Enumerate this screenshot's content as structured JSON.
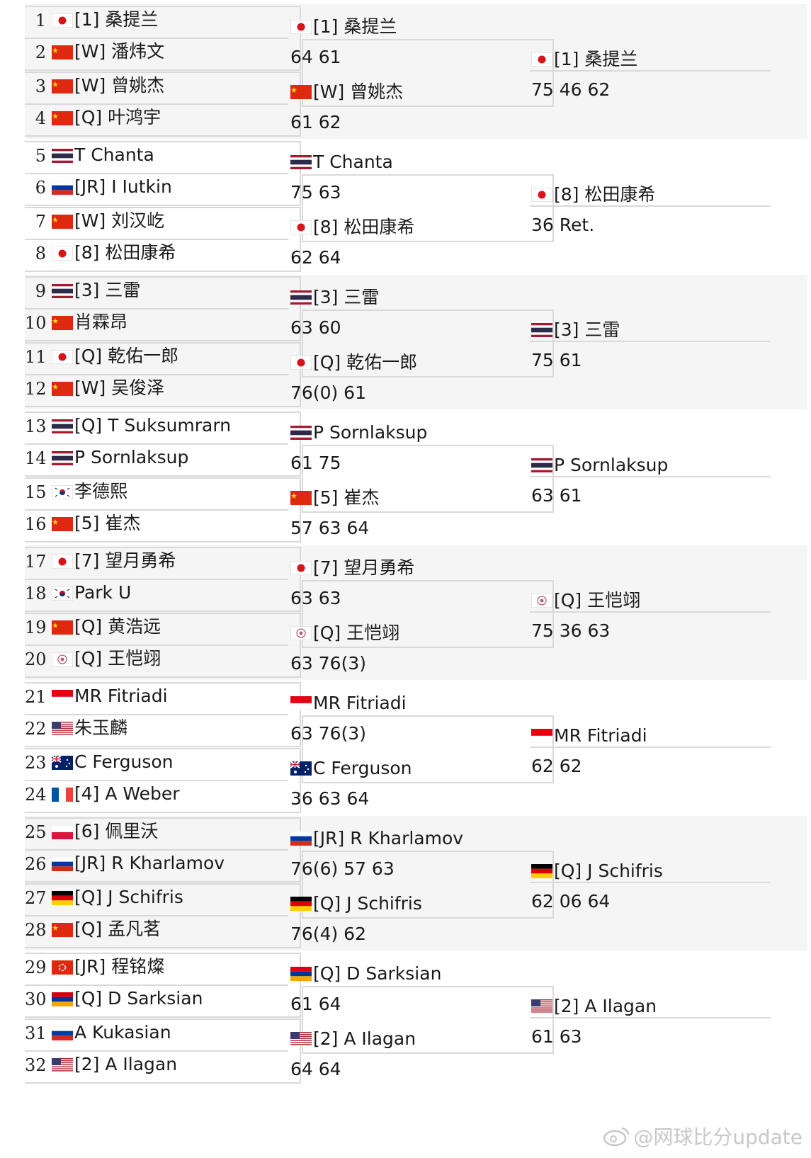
{
  "rounds": {
    "r1": [
      {
        "num": "1",
        "flag": "jpn",
        "name": "[1] 桑提兰"
      },
      {
        "num": "2",
        "flag": "chn",
        "name": "[W] 潘炜文"
      },
      {
        "num": "3",
        "flag": "chn",
        "name": "[W] 曾姚杰"
      },
      {
        "num": "4",
        "flag": "chn",
        "name": "[Q] 叶鸿宇"
      },
      {
        "num": "5",
        "flag": "tha",
        "name": "T Chanta"
      },
      {
        "num": "6",
        "flag": "rus",
        "name": "[JR] I Iutkin"
      },
      {
        "num": "7",
        "flag": "chn",
        "name": "[W] 刘汉屹"
      },
      {
        "num": "8",
        "flag": "jpn",
        "name": "[8] 松田康希"
      },
      {
        "num": "9",
        "flag": "tha",
        "name": "[3] 三雷"
      },
      {
        "num": "10",
        "flag": "chn",
        "name": "肖霖昂"
      },
      {
        "num": "11",
        "flag": "jpn",
        "name": "[Q] 乾佑一郎"
      },
      {
        "num": "12",
        "flag": "chn",
        "name": "[W] 吴俊泽"
      },
      {
        "num": "13",
        "flag": "tha",
        "name": "[Q] T Suksumrarn"
      },
      {
        "num": "14",
        "flag": "tha",
        "name": "P Sornlaksup"
      },
      {
        "num": "15",
        "flag": "kor",
        "name": "李德熙"
      },
      {
        "num": "16",
        "flag": "chn",
        "name": "[5] 崔杰"
      },
      {
        "num": "17",
        "flag": "jpn",
        "name": "[7] 望月勇希"
      },
      {
        "num": "18",
        "flag": "kor",
        "name": "Park U"
      },
      {
        "num": "19",
        "flag": "chn",
        "name": "[Q] 黄浩远"
      },
      {
        "num": "20",
        "flag": "tpe",
        "name": "[Q] 王恺翊"
      },
      {
        "num": "21",
        "flag": "ina",
        "name": "MR Fitriadi"
      },
      {
        "num": "22",
        "flag": "usa",
        "name": "朱玉麟"
      },
      {
        "num": "23",
        "flag": "aus",
        "name": "C Ferguson"
      },
      {
        "num": "24",
        "flag": "fra",
        "name": "[4] A Weber"
      },
      {
        "num": "25",
        "flag": "pol",
        "name": "[6] 佩里沃"
      },
      {
        "num": "26",
        "flag": "rus",
        "name": "[JR] R Kharlamov"
      },
      {
        "num": "27",
        "flag": "ger",
        "name": "[Q] J Schifris"
      },
      {
        "num": "28",
        "flag": "chn",
        "name": "[Q] 孟凡茗"
      },
      {
        "num": "29",
        "flag": "hkg",
        "name": "[JR] 程铭燦"
      },
      {
        "num": "30",
        "flag": "arm",
        "name": "[Q] D Sarksian"
      },
      {
        "num": "31",
        "flag": "rus",
        "name": "A Kukasian"
      },
      {
        "num": "32",
        "flag": "usa",
        "name": "[2] A Ilagan"
      }
    ],
    "r2": [
      {
        "flag": "jpn",
        "name": "[1] 桑提兰",
        "score": "64 61"
      },
      {
        "flag": "chn",
        "name": "[W] 曾姚杰",
        "score": "61 62"
      },
      {
        "flag": "tha",
        "name": "T Chanta",
        "score": "75 63"
      },
      {
        "flag": "jpn",
        "name": "[8] 松田康希",
        "score": "62 64"
      },
      {
        "flag": "tha",
        "name": "[3] 三雷",
        "score": "63 60"
      },
      {
        "flag": "jpn",
        "name": "[Q] 乾佑一郎",
        "score": "76(0) 61"
      },
      {
        "flag": "tha",
        "name": "P Sornlaksup",
        "score": "61 75"
      },
      {
        "flag": "chn",
        "name": "[5] 崔杰",
        "score": "57 63 64"
      },
      {
        "flag": "jpn",
        "name": "[7] 望月勇希",
        "score": "63 63"
      },
      {
        "flag": "tpe",
        "name": "[Q] 王恺翊",
        "score": "63 76(3)"
      },
      {
        "flag": "ina",
        "name": "MR Fitriadi",
        "score": "63 76(3)"
      },
      {
        "flag": "aus",
        "name": "C Ferguson",
        "score": "36 63 64"
      },
      {
        "flag": "rus",
        "name": "[JR] R Kharlamov",
        "score": "76(6) 57 63"
      },
      {
        "flag": "ger",
        "name": "[Q] J Schifris",
        "score": "76(4) 62"
      },
      {
        "flag": "arm",
        "name": "[Q] D Sarksian",
        "score": "61 64"
      },
      {
        "flag": "usa",
        "name": "[2] A Ilagan",
        "score": "64 64"
      }
    ],
    "r3": [
      {
        "flag": "jpn",
        "name": "[1] 桑提兰",
        "score": "75 46 62"
      },
      {
        "flag": "jpn",
        "name": "[8] 松田康希",
        "score": "36 Ret."
      },
      {
        "flag": "tha",
        "name": "[3] 三雷",
        "score": "75 61"
      },
      {
        "flag": "tha",
        "name": "P Sornlaksup",
        "score": "63 61"
      },
      {
        "flag": "tpe",
        "name": "[Q] 王恺翊",
        "score": "75 36 63"
      },
      {
        "flag": "ina",
        "name": "MR Fitriadi",
        "score": "62 62"
      },
      {
        "flag": "ger",
        "name": "[Q] J Schifris",
        "score": "62 06 64"
      },
      {
        "flag": "usa",
        "name": "[2] A Ilagan",
        "score": "61 63"
      }
    ]
  },
  "watermark": "@网球比分update",
  "colors": {
    "line": "#d9d9d9",
    "alt_bg": "#f5f5f5",
    "text": "#1a1a1a",
    "watermark": "#c8c8c8"
  }
}
